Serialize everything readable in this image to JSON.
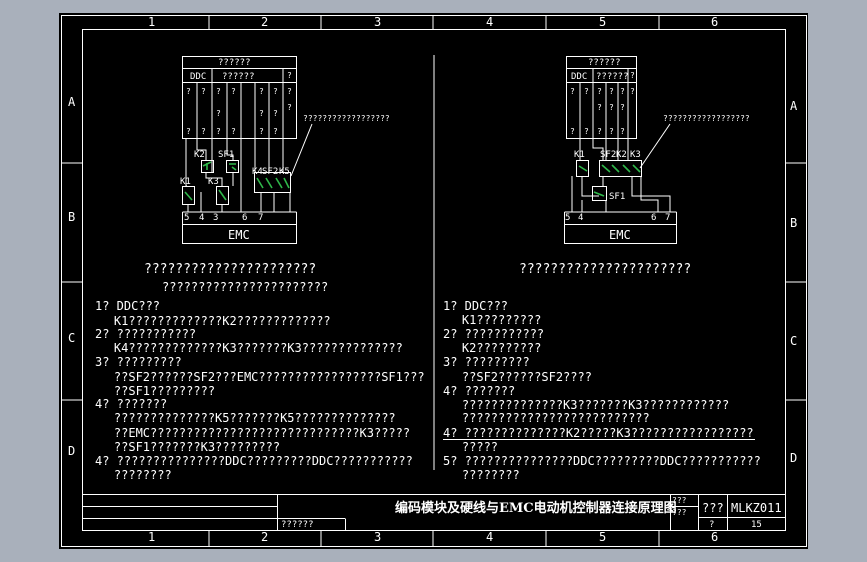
{
  "colors": {
    "background": "#a9b0bb",
    "paper": "#000000",
    "line": "#ffffff",
    "relay": "#2fb84a"
  },
  "zones": {
    "columns": [
      "1",
      "2",
      "3",
      "4",
      "5",
      "6"
    ],
    "rows": [
      "A",
      "B",
      "C",
      "D"
    ]
  },
  "left": {
    "box_title": "??????",
    "ddc": "DDC",
    "box_sub": "??????",
    "glyph": "?",
    "callout": "??????????????????",
    "labels": {
      "k2": "K2",
      "sf1": "SF1",
      "k4": "K4",
      "sf2": "SF2",
      "k5": "K5",
      "k1": "K1",
      "k3": "K3",
      "t5": "5",
      "t4": "4",
      "t3": "3",
      "t6": "6",
      "t7": "7"
    },
    "emc": "EMC",
    "heading1": "??????????????????????",
    "heading2": "???????????????????????",
    "notes": [
      "1? DDC???",
      "    K1?????????????K2?????????????",
      "2? ???????????",
      "    K4?????????????K3???????K3??????????????",
      "3? ?????????",
      "    ??SF2??????SF2???EMC?????????????????SF1???",
      "    ??SF1?????????",
      "4? ???????",
      "    ??????????????K5???????K5??????????????",
      "    ??EMC?????????????????????????????K3?????",
      "    ??SF1???????K3?????????",
      "4? ???????????????DDC?????????DDC???????????",
      "    ????????"
    ]
  },
  "right": {
    "box_title": "??????",
    "ddc": "DDC",
    "box_sub": "??????",
    "glyph": "?",
    "callout": "??????????????????",
    "labels": {
      "k1": "K1",
      "sf2": "SF2",
      "k2": "K2",
      "k3": "K3",
      "sf1": "SF1",
      "t5": "5",
      "t4": "4",
      "t6": "6",
      "t7": "7"
    },
    "emc": "EMC",
    "heading1": "??????????????????????",
    "notes": [
      "1? DDC???",
      "    K1?????????",
      "2? ???????????",
      "    K2?????????",
      "3? ?????????",
      "    ??SF2??????SF2????",
      "4? ???????",
      "    ??????????????K3???????K3????????????",
      "    ??????????????????????????",
      "4? ??????????????K2?????K3?????????????????",
      "    ?????",
      "5? ???????????????DDC?????????DDC???????????",
      "    ????????"
    ]
  },
  "title_block": {
    "title": "编码模块及硬线与EMC电动机控制器连接原理图",
    "lower_left": "??????",
    "small_1": "???",
    "small_2": "???",
    "q_mark": "???",
    "code": "MLKZ011",
    "sheet_q": "?",
    "sheet_no": "15"
  }
}
